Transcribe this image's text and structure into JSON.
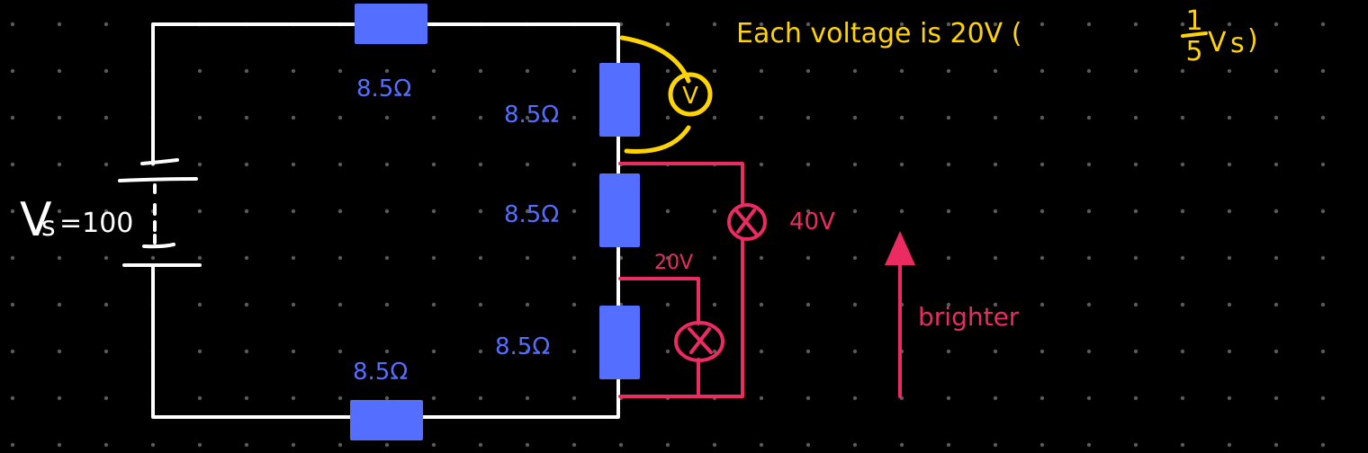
{
  "canvas": {
    "background": "#000000",
    "grid_dot_color": "#5a5a5a"
  },
  "colors": {
    "wire": "#ffffff",
    "resistor": "#546fff",
    "voltmeter": "#ffd400",
    "lamps": "#ec2b63"
  },
  "source": {
    "label_v": "V",
    "label_sub": "s",
    "label_value": "=100"
  },
  "resistors": [
    {
      "id": "top",
      "label": "8.5Ω"
    },
    {
      "id": "right-1",
      "label": "8.5Ω"
    },
    {
      "id": "right-2",
      "label": "8.5Ω"
    },
    {
      "id": "right-3",
      "label": "8.5Ω"
    },
    {
      "id": "bottom",
      "label": "8.5Ω"
    }
  ],
  "voltmeter": {
    "symbol": "V"
  },
  "lamps": [
    {
      "id": "lamp-large",
      "symbol": "⊗",
      "voltage_label": "40V"
    },
    {
      "id": "lamp-small",
      "symbol": "⊗",
      "voltage_label": "20V"
    }
  ],
  "annotation": {
    "prefix": "Each voltage is 20V (",
    "frac_num": "1",
    "frac_den": "5",
    "vs": "V",
    "vs_sub": "s",
    "suffix": ")"
  },
  "arrow": {
    "direction": "up",
    "label": "brighter"
  }
}
